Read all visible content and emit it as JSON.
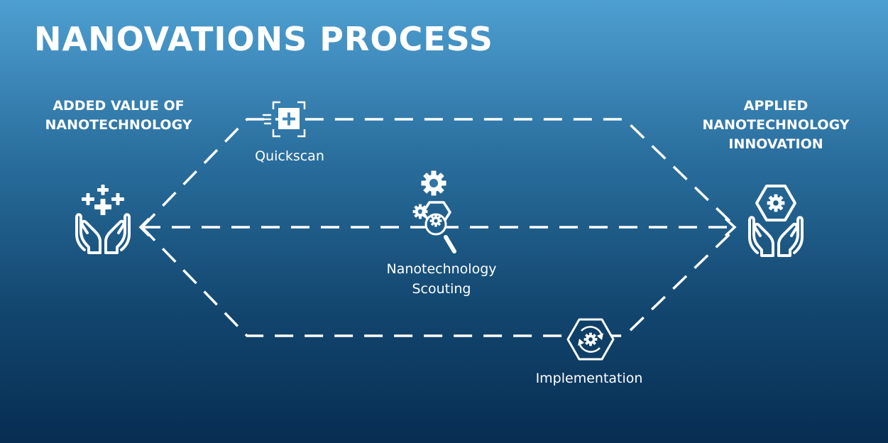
{
  "title": "NANOVATIONS PROCESS",
  "left_heading": [
    "ADDED VALUE OF",
    "NANOTECHNOLOGY"
  ],
  "right_heading": [
    "APPLIED",
    "NANOTECHNOLOGY",
    "INNOVATION"
  ],
  "steps": {
    "quickscan": "Quickscan",
    "scouting": [
      "Nanotechnology",
      "Scouting"
    ],
    "implementation": "Implementation"
  },
  "colors": {
    "text": "#ffffff",
    "line": "#ffffff"
  },
  "icons": {
    "start": "hands-with-plus-signs-icon",
    "end": "hands-with-gear-hexagon-icon",
    "quickscan": "scan-plus-icon",
    "scouting": "gears-magnifier-icon",
    "implementation": "hexagon-cycle-gear-icon"
  }
}
